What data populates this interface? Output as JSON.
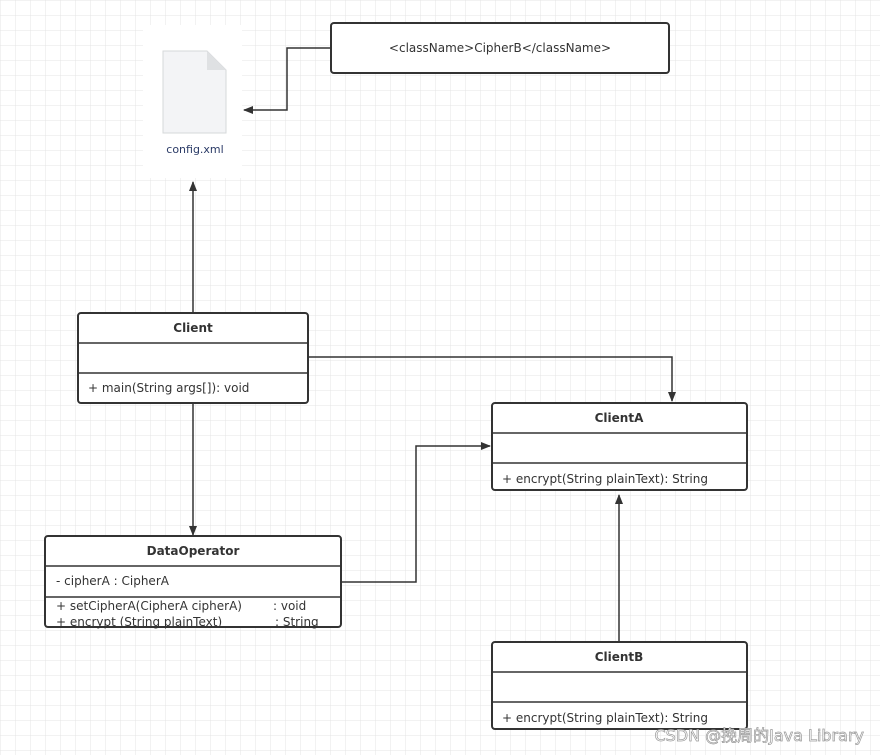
{
  "config_file": {
    "label": "config.xml",
    "icon": "file-icon"
  },
  "xml_note": {
    "text": "<className>CipherB</className>"
  },
  "classes": {
    "client": {
      "name": "Client",
      "attributes": "",
      "methods": [
        "+ main(String args[]):  void"
      ]
    },
    "clientA": {
      "name": "ClientA",
      "attributes": "",
      "methods": [
        "+ encrypt(String plainText): String"
      ]
    },
    "clientB": {
      "name": "ClientB",
      "attributes": "",
      "methods": [
        "+ encrypt(String plainText): String"
      ]
    },
    "dataOperator": {
      "name": "DataOperator",
      "attributes": "- cipherA : CipherA",
      "methods": [
        {
          "sig": "+ setCipherA(CipherA cipherA)",
          "ret": ": void"
        },
        {
          "sig": "+ encrypt (String plainText)",
          "ret": ": String"
        }
      ]
    }
  },
  "watermark": "CSDN @挽周的Java Library"
}
